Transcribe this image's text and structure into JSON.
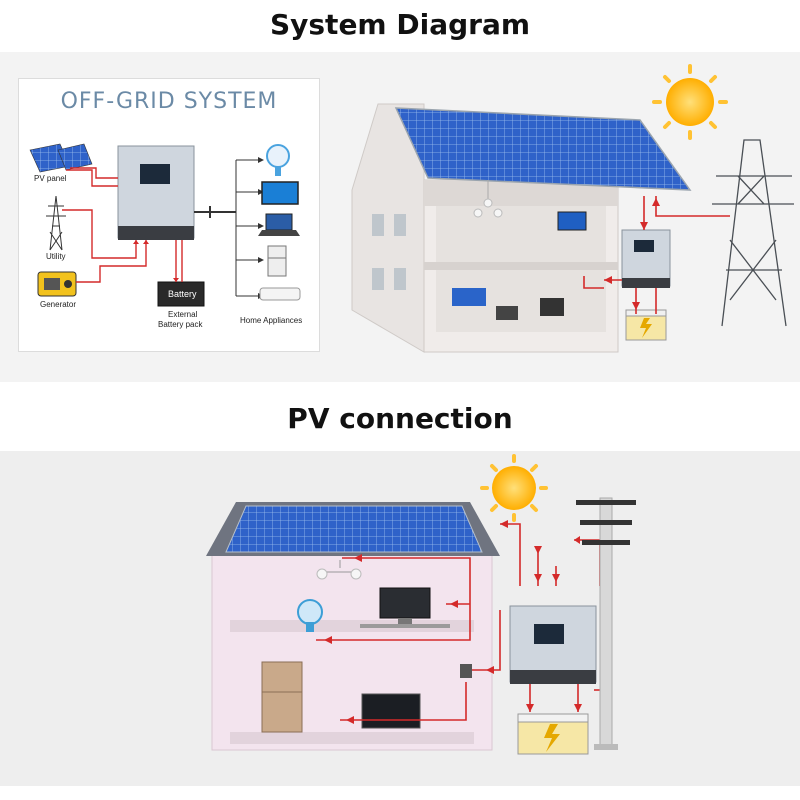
{
  "titles": {
    "system_diagram": "System Diagram",
    "pv_connection": "PV connection"
  },
  "off_grid": {
    "title": "OFF-GRID SYSTEM",
    "labels": {
      "pv_panel": "PV panel",
      "utility": "Utility",
      "generator": "Generator",
      "battery": "Battery",
      "external_battery_line1": "External",
      "external_battery_line2": "Battery pack",
      "home_appliances": "Home Appliances"
    }
  },
  "colors": {
    "wire": "#d42a2a",
    "solar_blue": "#2f62c9",
    "sun": "#ffbf1f",
    "inverter_body": "#cfd6de",
    "inverter_base": "#3a3d42",
    "house_wall": "#f0ecea",
    "title_blue": "#6b8aa6"
  },
  "icons": [
    "solar-panel-icon",
    "pylon-icon",
    "generator-icon",
    "inverter-icon",
    "battery-icon",
    "fan-icon",
    "tv-icon",
    "laptop-icon",
    "fridge-icon",
    "air-conditioner-icon",
    "sun-icon",
    "pendant-lamp-icon",
    "monitor-icon",
    "utility-pole-icon"
  ]
}
